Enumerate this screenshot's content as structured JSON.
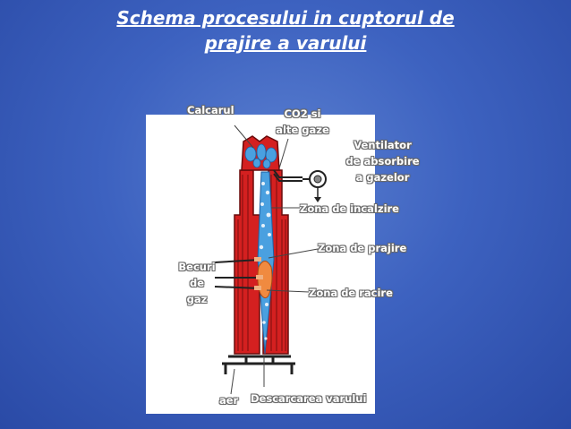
{
  "slide": {
    "title_line1": "Schema procesului in cuptorul de",
    "title_line2": "prajire a varului"
  },
  "labels": {
    "calcarul": "Calcarul",
    "co2_line1": "CO2 si",
    "co2_line2": "alte gaze",
    "ventilator_line1": "Ventilator",
    "ventilator_line2": "de absorbire",
    "ventilator_line3": "a gazelor",
    "zona_incalzire": "Zona de incalzire",
    "zona_prajire": "Zona de prajire",
    "becuri_line1": "Becuri",
    "becuri_line2": "de",
    "becuri_line3": "gaz",
    "zona_racire": "Zona de racire",
    "aer": "aer",
    "descarcarea": "Descarcarea varului"
  },
  "colors": {
    "background": "#3d62c0",
    "kiln_red": "#d42020",
    "kiln_dark": "#8a1010",
    "stone_blue": "#4aa0e0"
  }
}
